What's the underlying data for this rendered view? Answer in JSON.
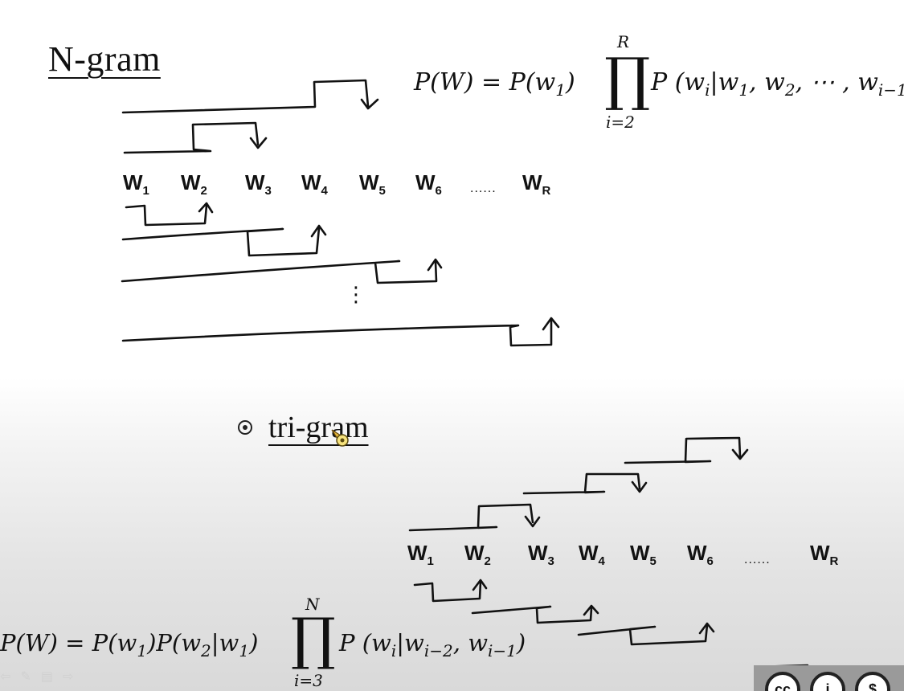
{
  "slide": {
    "title": "N-gram",
    "ngram_formula": {
      "lhs": "P(W) = P(w",
      "lhs_sub": "1",
      "lhs_close": ")",
      "prod_upper": "R",
      "prod_lower": "i=2",
      "rhs": "P (w",
      "rhs_sub": "i",
      "rhs_rest": "|w",
      "rhs_sub1": "1",
      "rhs_mid": ", w",
      "rhs_sub2": "2",
      "rhs_mid2": ", ⋯ , w",
      "rhs_sub3": "i−1"
    },
    "ngram_words": [
      "W",
      "W",
      "W",
      "W",
      "W",
      "W",
      "W"
    ],
    "ngram_word_subs": [
      "1",
      "2",
      "3",
      "4",
      "5",
      "6",
      "R"
    ],
    "ngram_ellipsis": "......",
    "vertical_dots": "⋮",
    "subsection_title": "tri-gram",
    "trigram_words": [
      "W",
      "W",
      "W",
      "W",
      "W",
      "W",
      "W"
    ],
    "trigram_word_subs": [
      "1",
      "2",
      "3",
      "4",
      "5",
      "6",
      "R"
    ],
    "trigram_ellipsis": "......",
    "trigram_formula": {
      "lhs": "P(W) = P(w",
      "s1": "1",
      "p2": ")P(w",
      "s2": "2",
      "p3": "|w",
      "s3": "1",
      "p4": ")",
      "prod_upper": "N",
      "prod_lower": "i=3",
      "rhs": "P (w",
      "s4": "i",
      "p5": "|w",
      "s5": "i−2",
      "p6": ", w",
      "s6": "i−1",
      "p7": ")"
    }
  },
  "icons": {
    "bullet": "circle-dot-bullet-icon",
    "cursor": "pen-cursor-icon",
    "license": "creative-commons-icon"
  },
  "license_badge": {
    "cc": "cc",
    "by": "i"
  }
}
